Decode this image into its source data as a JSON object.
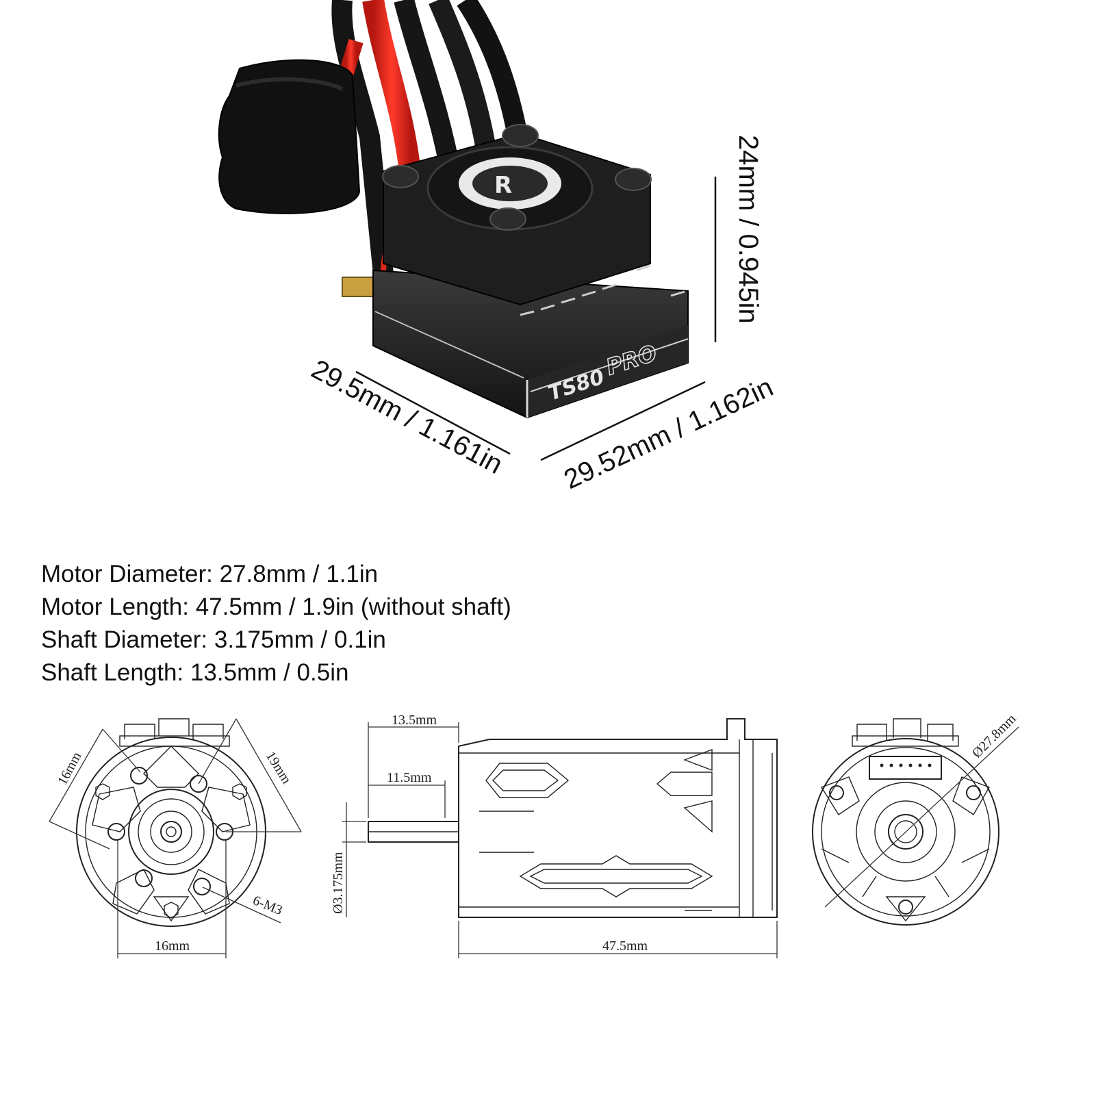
{
  "esc": {
    "brand_mark": "TS80",
    "brand_pro": "PRO",
    "dim_height": "24mm / 0.945in",
    "dim_left": "29.5mm / 1.161in",
    "dim_right": "29.52mm / 1.162in"
  },
  "specs": [
    "Motor Diameter: 27.8mm / 1.1in",
    "Motor Length: 47.5mm / 1.9in (without shaft)",
    "Shaft Diameter: 3.175mm / 0.1in",
    "Shaft Length: 13.5mm / 0.5in"
  ],
  "drawing": {
    "front": {
      "dim_a": "16mm",
      "dim_b": "19mm",
      "dim_c": "16mm",
      "holes": "6-M3"
    },
    "side": {
      "shaft_len_a": "13.5mm",
      "shaft_len_b": "11.5mm",
      "shaft_dia": "Ø3.175mm",
      "body_len": "47.5mm"
    },
    "rear": {
      "diameter": "Ø27.8mm"
    }
  },
  "colors": {
    "wire_red": "#e0261b",
    "wire_black": "#151515",
    "esc_body": "#1c1c1c",
    "line": "#222222"
  }
}
